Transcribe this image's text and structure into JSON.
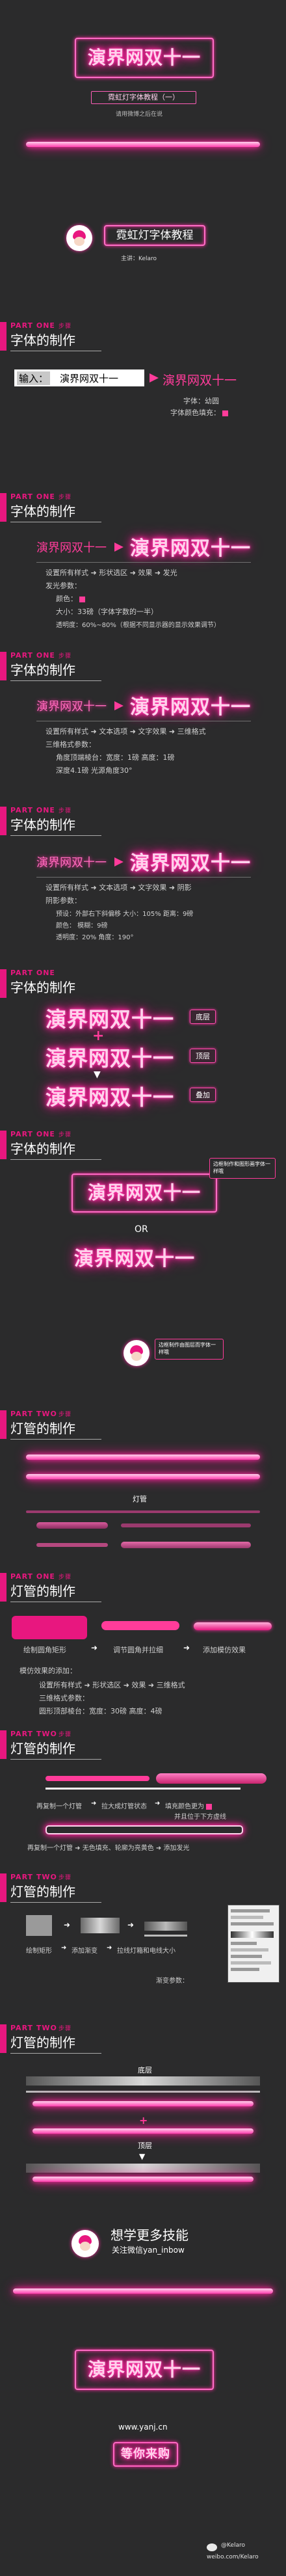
{
  "header": {
    "title": "演界网双十一",
    "subtitle": "霓虹灯字体教程（一）",
    "note": "请用微博之后在说"
  },
  "intro": {
    "title": "霓虹灯字体教程",
    "author": "主讲：Kelaro"
  },
  "section1": {
    "part": "PART ONE",
    "part_tag": "步骤",
    "heading": "字体的制作",
    "input_label": "输入：",
    "input_value": "演界网双十一",
    "preview": "演界网双十一",
    "font_label": "字体：幼圆",
    "color_label": "字体颜色填充："
  },
  "section2": {
    "part": "PART ONE",
    "part_tag": "步骤",
    "heading": "字体的制作",
    "from": "演界网双十一",
    "to": "演界网双十一",
    "steps": "设置所有样式 ➜ 形状选区 ➜ 效果 ➜ 发光",
    "params_title": "发光参数：",
    "p1": "颜色：",
    "p2": "大小：33磅（字体字数的一半）",
    "p3": "透明度：60%~80%（根据不同显示器的显示效果调节）"
  },
  "section3": {
    "part": "PART ONE",
    "part_tag": "步骤",
    "heading": "字体的制作",
    "from": "演界网双十一",
    "to": "演界网双十一",
    "steps": "设置所有样式 ➜ 文本选项 ➜ 文字效果 ➜ 三维格式",
    "params_title": "三维格式参数：",
    "p1": "角度顶端棱台：宽度：1磅 高度：1磅",
    "p2": "深度4.1磅 光源角度30°"
  },
  "section4": {
    "part": "PART ONE",
    "part_tag": "步骤",
    "heading": "字体的制作",
    "from": "演界网双十一",
    "to": "演界网双十一",
    "steps": "设置所有样式 ➜ 文本选项 ➜ 文字效果 ➜ 阴影",
    "params_title": "阴影参数：",
    "p1": "预设：外部右下斜偏移 大小：105% 距离：9磅",
    "p2": "颜色： 模糊：9磅",
    "p3": "透明度：20% 角度：190°"
  },
  "section5": {
    "t1": "演界网双十一",
    "t2": "演界网双十一",
    "t3": "演界网双十一",
    "l1": "底层",
    "l2": "顶层",
    "l3": "叠加",
    "plus": "+",
    "down": "▼"
  },
  "section6": {
    "part": "PART ONE",
    "part_tag": "步骤",
    "heading": "字体的制作",
    "boxed": "演界网双十一",
    "or": "OR",
    "plain": "演界网双十一",
    "bubble1": "边框制作和图形画字体一样哦",
    "bubble2": "边框制作由图层而字体一样哦"
  },
  "section7": {
    "part": "PART TWO",
    "part_tag": "步骤",
    "heading": "灯管的制作",
    "label": "灯管"
  },
  "section8": {
    "part": "PART ONE",
    "part_tag": "步骤",
    "heading": "灯管的制作",
    "s1": "绘制圆角矩形",
    "s2": "调节圆角并拉细",
    "s3": "添加模仿效果",
    "params_title": "模仿效果的添加：",
    "p1": "设置所有样式 ➜ 形状选区 ➜ 效果 ➜ 三维格式",
    "p2": "三维格式参数：",
    "p3": "圆形顶部棱台：宽度：30磅 高度：4磅"
  },
  "section9": {
    "part": "PART TWO",
    "part_tag": "步骤",
    "heading": "灯管的制作",
    "s1": "再复制一个灯管",
    "s2": "拉大成灯管状态",
    "s3": "填充颜色更为",
    "s4": "并且位于下方虚线",
    "s5": "再复制一个灯管 ➜ 无色填充、轮廓为亮黄色 ➜ 添加发光"
  },
  "section10": {
    "part": "PART TWO",
    "part_tag": "步骤",
    "heading": "灯管的制作",
    "s1": "绘制矩形",
    "s2": "添加渐变",
    "s3": "拉线灯箱和电线大小",
    "s4": "渐变参数："
  },
  "section11": {
    "part": "PART TWO",
    "part_tag": "步骤",
    "heading": "灯管的制作",
    "l1": "底层",
    "l2": "顶层"
  },
  "footer": {
    "line1": "想学更多技能",
    "line2": "关注微信yan_inbow",
    "title": "演界网双十一",
    "url": "www.yanj.cn",
    "tagline": "等你来购",
    "credit1": "@Kelaro",
    "credit2": "weibo.com/Kelaro"
  }
}
